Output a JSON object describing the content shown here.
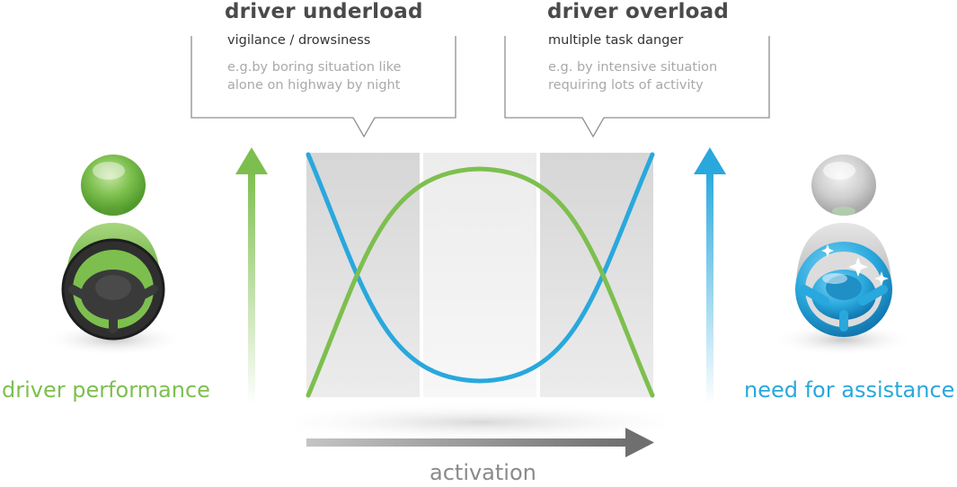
{
  "underload": {
    "title": "driver underload",
    "subtitle": "vigilance / drowsiness",
    "desc_line1": "e.g.by boring situation like",
    "desc_line2": "alone on highway by night"
  },
  "overload": {
    "title": "driver overload",
    "subtitle": "multiple task danger",
    "desc_line1": "e.g. by intensive situation",
    "desc_line2": "requiring lots of activity"
  },
  "labels": {
    "driver_performance": "driver performance",
    "need_for_assistance": "need for assistance",
    "activation": "activation"
  },
  "colors": {
    "performance_green": "#7dbf4e",
    "assistance_blue": "#29a8dd",
    "activation_gray": "#8a8a8a"
  },
  "icons": {
    "left": "driver-green-steering-wheel-icon",
    "right": "driver-gray-blue-steering-wheel-icon"
  }
}
